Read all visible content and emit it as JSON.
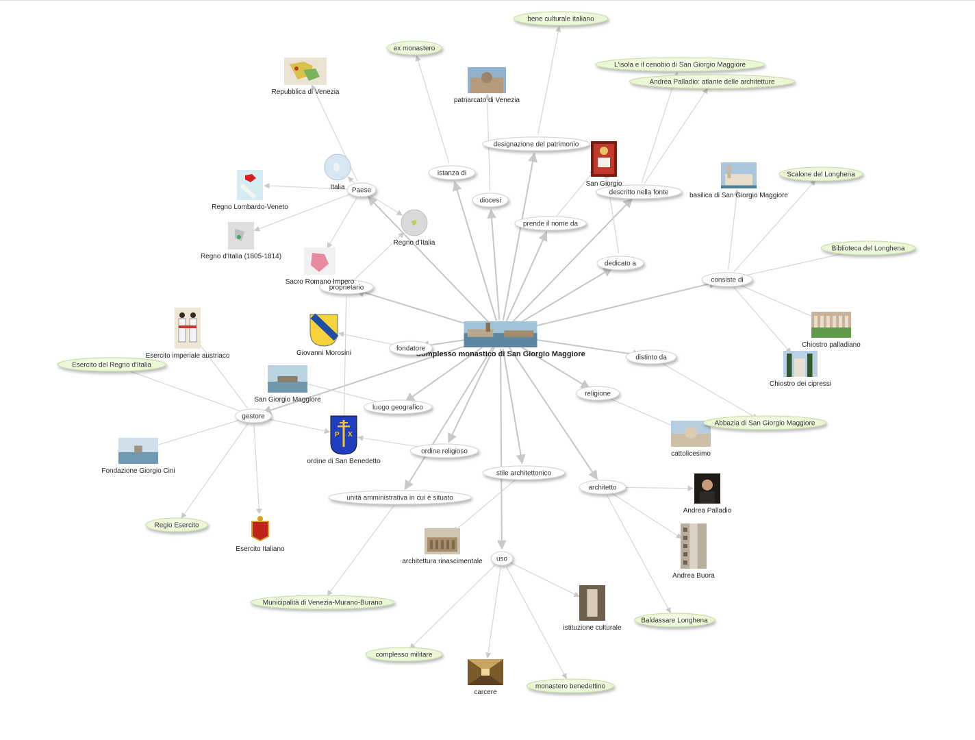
{
  "graph": {
    "center": {
      "id": "center",
      "label": "Complesso monastico di San Giorgio Maggiore",
      "thumb": "venice"
    },
    "relations": [
      {
        "id": "paese",
        "label": "Paese"
      },
      {
        "id": "proprietario",
        "label": "proprietario"
      },
      {
        "id": "istanza",
        "label": "istanza di"
      },
      {
        "id": "diocesi",
        "label": "diocesi"
      },
      {
        "id": "designazione",
        "label": "designazione del patrimonio"
      },
      {
        "id": "prende",
        "label": "prende il nome da"
      },
      {
        "id": "descritto",
        "label": "descritto nella fonte"
      },
      {
        "id": "dedicato",
        "label": "dedicato a"
      },
      {
        "id": "consiste",
        "label": "consiste di"
      },
      {
        "id": "distinto",
        "label": "distinto da"
      },
      {
        "id": "religione",
        "label": "religione"
      },
      {
        "id": "architetto",
        "label": "architetto"
      },
      {
        "id": "stile",
        "label": "stile architettonico"
      },
      {
        "id": "uso",
        "label": "uso"
      },
      {
        "id": "ordine",
        "label": "ordine religioso"
      },
      {
        "id": "unita",
        "label": "unità amministrativa in cui è situato"
      },
      {
        "id": "luogo",
        "label": "luogo geografico"
      },
      {
        "id": "fondatore",
        "label": "fondatore"
      },
      {
        "id": "gestore",
        "label": "gestore"
      }
    ],
    "images": [
      {
        "id": "venezia_rep",
        "label": "Repubblica di Venezia",
        "thumb": "map"
      },
      {
        "id": "patriarcato",
        "label": "patriarcato di Venezia",
        "thumb": "basilica"
      },
      {
        "id": "sangiorgio_saint",
        "label": "San Giorgio",
        "thumb": "icon"
      },
      {
        "id": "basilica",
        "label": "basilica di San Giorgio Maggiore",
        "thumb": "church"
      },
      {
        "id": "italia",
        "label": "Italia",
        "thumb": "globe"
      },
      {
        "id": "lombardo",
        "label": "Regno Lombardo-Veneto",
        "thumb": "redmap"
      },
      {
        "id": "italia1805",
        "label": "Regno d'Italia (1805-1814)",
        "thumb": "greymap"
      },
      {
        "id": "regno_italia",
        "label": "Regno d'Italia",
        "thumb": "globe2"
      },
      {
        "id": "sacro",
        "label": "Sacro Romano Impero",
        "thumb": "pinkmap"
      },
      {
        "id": "morosini",
        "label": "Giovanni Morosini",
        "thumb": "shield"
      },
      {
        "id": "esercito_aus",
        "label": "Esercito imperiale austriaco",
        "thumb": "soldiers"
      },
      {
        "id": "sgm_isola",
        "label": "San Giorgio Maggiore",
        "thumb": "island"
      },
      {
        "id": "chiostro_pall",
        "label": "Chiostro palladiano",
        "thumb": "cloister"
      },
      {
        "id": "chiostro_cip",
        "label": "Chiostro dei cipressi",
        "thumb": "cypress"
      },
      {
        "id": "cattolicesimo",
        "label": "cattolicesimo",
        "thumb": "stpeter"
      },
      {
        "id": "benedetto",
        "label": "ordine di San Benedetto",
        "thumb": "pax"
      },
      {
        "id": "cini",
        "label": "Fondazione Giorgio Cini",
        "thumb": "sea"
      },
      {
        "id": "esercito_it",
        "label": "Esercito Italiano",
        "thumb": "emblem"
      },
      {
        "id": "palladio",
        "label": "Andrea Palladio",
        "thumb": "portrait"
      },
      {
        "id": "buora",
        "label": "Andrea Buora",
        "thumb": "street"
      },
      {
        "id": "rinascimentale",
        "label": "architettura rinascimentale",
        "thumb": "ruin"
      },
      {
        "id": "istituzione",
        "label": "istituzione culturale",
        "thumb": "hall"
      },
      {
        "id": "carcere",
        "label": "carcere",
        "thumb": "corridor"
      }
    ],
    "tags": [
      {
        "id": "bene",
        "label": "bene culturale italiano"
      },
      {
        "id": "exmon",
        "label": "ex monastero"
      },
      {
        "id": "isola_cenobio",
        "label": "L'isola e il cenobio di San Giorgio Maggiore"
      },
      {
        "id": "atlante",
        "label": "Andrea Palladio: atlante delle architetture"
      },
      {
        "id": "scalone",
        "label": "Scalone del Longhena"
      },
      {
        "id": "biblioteca",
        "label": "Biblioteca del Longhena"
      },
      {
        "id": "esercito_regno",
        "label": "Esercito del Regno d'Italia"
      },
      {
        "id": "abbazia",
        "label": "Abbazia di San Giorgio Maggiore"
      },
      {
        "id": "regio",
        "label": "Regio Esercito"
      },
      {
        "id": "municipalita",
        "label": "Municipalità di Venezia-Murano-Burano"
      },
      {
        "id": "longhena",
        "label": "Baldassare Longhena"
      },
      {
        "id": "militare",
        "label": "complesso militare"
      },
      {
        "id": "benedettino",
        "label": "monastero benedettino"
      }
    ],
    "edges": [
      [
        "center",
        "paese"
      ],
      [
        "center",
        "proprietario"
      ],
      [
        "center",
        "istanza"
      ],
      [
        "center",
        "diocesi"
      ],
      [
        "center",
        "designazione"
      ],
      [
        "center",
        "prende"
      ],
      [
        "center",
        "descritto"
      ],
      [
        "center",
        "dedicato"
      ],
      [
        "center",
        "consiste"
      ],
      [
        "center",
        "distinto"
      ],
      [
        "center",
        "religione"
      ],
      [
        "center",
        "architetto"
      ],
      [
        "center",
        "stile"
      ],
      [
        "center",
        "uso"
      ],
      [
        "center",
        "ordine"
      ],
      [
        "center",
        "unita"
      ],
      [
        "center",
        "luogo"
      ],
      [
        "center",
        "fondatore"
      ],
      [
        "center",
        "gestore"
      ],
      [
        "paese",
        "italia"
      ],
      [
        "paese",
        "lombardo"
      ],
      [
        "paese",
        "italia1805"
      ],
      [
        "paese",
        "regno_italia"
      ],
      [
        "paese",
        "sacro"
      ],
      [
        "paese",
        "venezia_rep"
      ],
      [
        "proprietario",
        "benedetto"
      ],
      [
        "proprietario",
        "regno_italia"
      ],
      [
        "istanza",
        "exmon"
      ],
      [
        "diocesi",
        "patriarcato"
      ],
      [
        "designazione",
        "bene"
      ],
      [
        "prende",
        "sangiorgio_saint"
      ],
      [
        "descritto",
        "isola_cenobio"
      ],
      [
        "descritto",
        "atlante"
      ],
      [
        "dedicato",
        "sangiorgio_saint"
      ],
      [
        "consiste",
        "basilica"
      ],
      [
        "consiste",
        "scalone"
      ],
      [
        "consiste",
        "biblioteca"
      ],
      [
        "consiste",
        "chiostro_pall"
      ],
      [
        "consiste",
        "chiostro_cip"
      ],
      [
        "distinto",
        "abbazia"
      ],
      [
        "religione",
        "cattolicesimo"
      ],
      [
        "architetto",
        "palladio"
      ],
      [
        "architetto",
        "buora"
      ],
      [
        "architetto",
        "longhena"
      ],
      [
        "stile",
        "rinascimentale"
      ],
      [
        "uso",
        "istituzione"
      ],
      [
        "uso",
        "carcere"
      ],
      [
        "uso",
        "militare"
      ],
      [
        "uso",
        "benedettino"
      ],
      [
        "ordine",
        "benedetto"
      ],
      [
        "unita",
        "municipalita"
      ],
      [
        "luogo",
        "sgm_isola"
      ],
      [
        "fondatore",
        "morosini"
      ],
      [
        "gestore",
        "esercito_aus"
      ],
      [
        "gestore",
        "esercito_regno"
      ],
      [
        "gestore",
        "cini"
      ],
      [
        "gestore",
        "regio"
      ],
      [
        "gestore",
        "esercito_it"
      ],
      [
        "gestore",
        "benedetto"
      ]
    ]
  }
}
